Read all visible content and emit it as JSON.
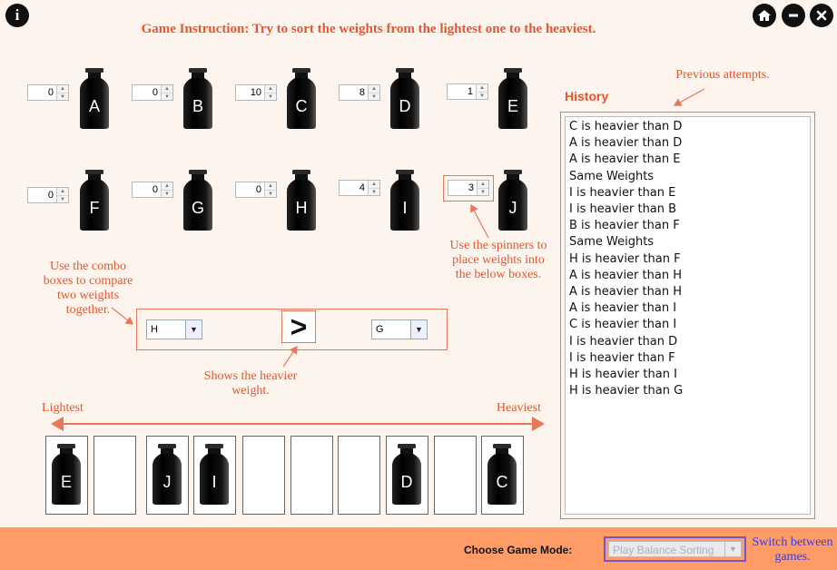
{
  "instruction": "Game Instruction: Try to sort the weights from the lightest one to the heaviest.",
  "icons": {
    "info": "info-icon",
    "home": "home-icon",
    "minimize": "minimize-icon",
    "close": "close-icon"
  },
  "weights": [
    {
      "letter": "A",
      "value": "0"
    },
    {
      "letter": "B",
      "value": "0"
    },
    {
      "letter": "C",
      "value": "10"
    },
    {
      "letter": "D",
      "value": "8"
    },
    {
      "letter": "E",
      "value": "1"
    },
    {
      "letter": "F",
      "value": "0"
    },
    {
      "letter": "G",
      "value": "0"
    },
    {
      "letter": "H",
      "value": "0"
    },
    {
      "letter": "I",
      "value": "4"
    },
    {
      "letter": "J",
      "value": "3"
    }
  ],
  "notes": {
    "combo": "Use the combo boxes to compare two weights together.",
    "spinner": "Use the spinners to place weights into the below boxes.",
    "heavier": "Shows the heavier weight.",
    "previous": "Previous attempts.",
    "lightest": "Lightest",
    "heaviest": "Heaviest"
  },
  "compare": {
    "left": "H",
    "symbol": ">",
    "right": "G"
  },
  "slots": [
    "E",
    "",
    "J",
    "I",
    "",
    "",
    "",
    "D",
    "",
    "C"
  ],
  "history": {
    "title": "History",
    "entries": [
      "C is heavier than D",
      "A is heavier than D",
      "A is heavier than E",
      "Same Weights",
      "I is heavier than E",
      "I is heavier than B",
      "B is heavier than F",
      "Same Weights",
      "H is heavier than F",
      "A is heavier than H",
      "A is heavier than H",
      "A is heavier than I",
      "C is heavier than I",
      "I is heavier than D",
      "I is heavier than F",
      "H is heavier than I",
      "H is heavier than G"
    ]
  },
  "footer": {
    "label": "Choose Game Mode:",
    "mode": "Play Balance Sorting",
    "switch_note": "Switch between games."
  },
  "colors": {
    "accent": "#e4572e",
    "footer": "#ff9b66",
    "link": "#3b3bdb"
  }
}
